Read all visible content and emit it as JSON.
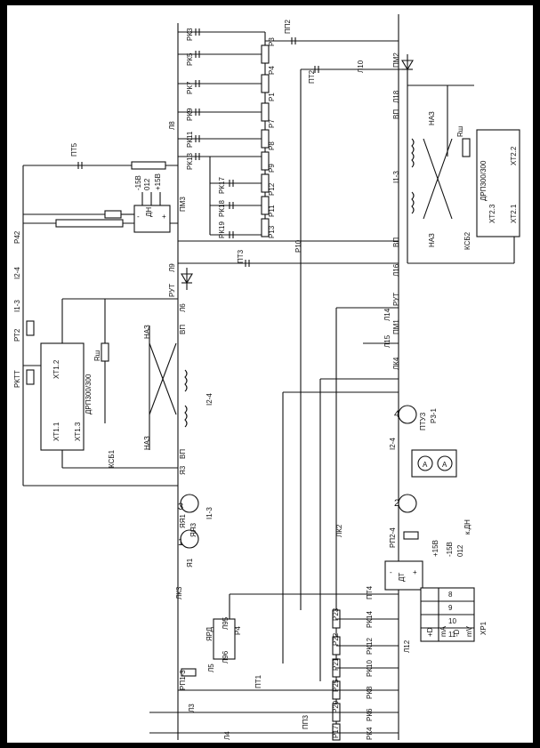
{
  "labels": {
    "pk3": "РК3",
    "pk5": "РК5",
    "pk7": "РК7",
    "pk9": "РК9",
    "pk11": "РК11",
    "pk13": "РК13",
    "p3": "Р3",
    "p4": "Р4",
    "p1": "Р1",
    "p7": "Р7",
    "p8": "Р8",
    "p9": "Р9",
    "pk17": "РК17",
    "pk18": "РК18",
    "pk19": "РК19",
    "p12": "Р12",
    "p11": "Р11",
    "p13": "Р13",
    "l8": "Л8",
    "pm3": "ПМ3",
    "pp2": "ПП2",
    "pt2": "ПТ2",
    "l10": "Л10",
    "pm2": "ПМ2",
    "l18": "Л18",
    "vp": "ВП",
    "naz": "НАЗ",
    "rsh": "Rш",
    "drp": "ДРП300/300",
    "xt22": "ХТ2.2",
    "xt23": "ХТ2.3",
    "xt21": "ХТ2.1",
    "i13": "I1-3",
    "i24": "I2-4",
    "ksb2": "КСБ2",
    "ksb1": "КСБ1",
    "l16": "Л16",
    "pyt": "РУТ",
    "l14": "Л14",
    "pm1": "ПМ1",
    "l15": "Л15",
    "lk4": "ЛК4",
    "pt5": "ПТ5",
    "dn": "ДН",
    "m15": "-15В",
    "o12": "012",
    "p15": "+15В",
    "p42": "Р42",
    "p10": "Р10",
    "l9": "Л9",
    "pt3": "ПТ3",
    "l6": "Л6",
    "pt2b": "РТ2",
    "pktt": "РКТТ",
    "xt12": "ХТ1.2",
    "xt11": "ХТ1.1",
    "xt13": "ХТ1.3",
    "ya3": "Я3",
    "ya1": "ЯЯ1",
    "ya3b": "ЯЯ3",
    "ya1b": "Я1",
    "lk3": "ЛК3",
    "lk2": "ЛК2",
    "ptv3": "ПТУ3",
    "p31": "Р3-1",
    "pp24": "РП2-4",
    "kdn": "к.ДН",
    "dt": "ДТ",
    "pt4": "ПТ4",
    "pk14": "РК14",
    "p23": "Р23",
    "pk12": "РК12",
    "p22": "Р22",
    "pk10": "РК10",
    "p21": "Р21",
    "pk8": "РК8",
    "p25": "Р25",
    "pk6": "РК6",
    "p20": "Р20",
    "pk4": "РК4",
    "p17": "Р17",
    "l12": "Л12",
    "l3": "Л3",
    "l4": "Л4",
    "pp3": "ПП3",
    "pt1": "ПТ1",
    "pp13": "РП1-3",
    "yrd": "ЯРД",
    "l95": "Л95",
    "l96": "Л96",
    "l5": "Л5",
    "p4b": "Р4",
    "xp1": "ХР1",
    "d_plus": "+D",
    "d_minus": "-D",
    "ma": "mA",
    "mv": "mV",
    "n8": "8",
    "n9": "9",
    "n10": "10",
    "n11": "11",
    "n1": "1",
    "n2": "2",
    "n3": "3",
    "n4": "4",
    "plus": "+",
    "minus": "-",
    "A": "A"
  }
}
